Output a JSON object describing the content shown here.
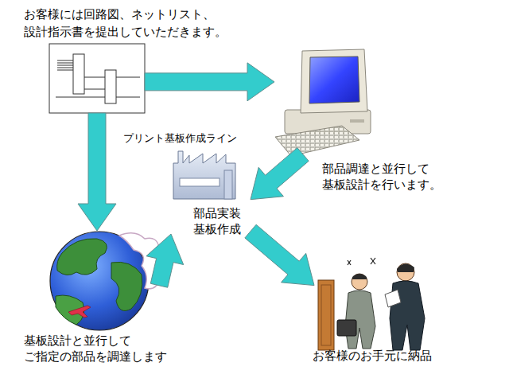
{
  "diagram": {
    "nodes": [
      {
        "text": [
          "お客様には回路図、ネットリスト、 設計指示書を提出していただきます。"
        ]
      },
      {
        "text": [
          "部品調達と並行して 基板設計を行います。"
        ]
      },
      {
        "text": [
          "プリント基板作成ライン",
          "部品実装 基板作成"
        ]
      },
      {
        "text": [
          "基板設計と並行して ご指定の部品を調達します"
        ]
      },
      {
        "text": [
          "お客様のお手元に納品"
        ]
      }
    ],
    "edges": [
      {
        "from": 0,
        "to": 1,
        "arrow": "to"
      },
      {
        "from": 0,
        "to": 3,
        "arrow": "to"
      },
      {
        "from": 1,
        "to": 2,
        "arrow": "to"
      },
      {
        "from": 3,
        "to": 2,
        "arrow": "to"
      },
      {
        "from": 2,
        "to": 4,
        "arrow": "to"
      }
    ]
  }
}
